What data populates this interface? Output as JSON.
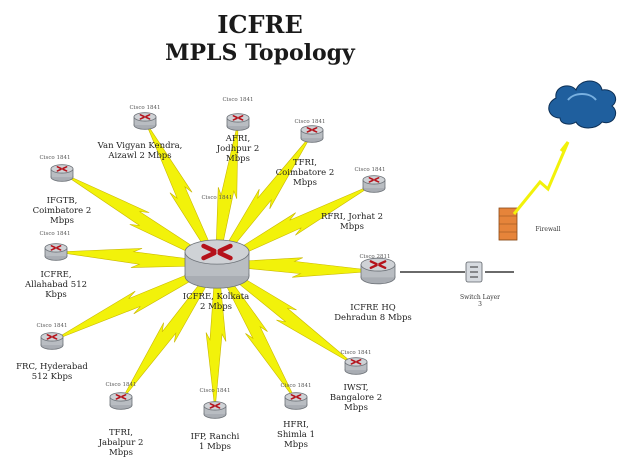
{
  "title": {
    "line1": "ICFRE",
    "line2": "MPLS Topology"
  },
  "cloud": {
    "label": ""
  },
  "firewall": {
    "label": "Firewall"
  },
  "switch": {
    "label": "Switch Layer 3"
  },
  "hub": {
    "label": "ICFRE HQ Dehradun 8 Mbps",
    "tag": "Cisco 2811"
  },
  "sites": [
    {
      "label": "ICFRE, Kolkata 2 Mbps",
      "tag": "Cisco 1841"
    },
    {
      "label": "AFRI, Jodhpur 2 Mbps",
      "tag": "Cisco 1841"
    },
    {
      "label": "TFRI, Coimbatore 2 Mbps",
      "tag": "Cisco 1841"
    },
    {
      "label": "RFRI, Jorhat 2 Mbps",
      "tag": "Cisco 1841"
    },
    {
      "label": "IWST, Bangalore 2 Mbps",
      "tag": "Cisco 1841"
    },
    {
      "label": "IFGTB, Coimbatore 2 Mbps",
      "tag": "Cisco 1841"
    },
    {
      "label": "HFRI, Shimla 1 Mbps",
      "tag": "Cisco 1841"
    },
    {
      "label": "IFP, Ranchi 1 Mbps",
      "tag": "Cisco 1841"
    },
    {
      "label": "TFRI, Jabalpur 2 Mbps",
      "tag": "Cisco 1841"
    },
    {
      "label": "ICFRE, Allahabad 512 Kbps",
      "tag": "Cisco 1841"
    },
    {
      "label": "FRC, Hyderabad 512 Kbps",
      "tag": "Cisco 1841"
    },
    {
      "label": "Van Vigyan Kendra, Aizawl 2 Mbps",
      "tag": "Cisco 1841"
    }
  ],
  "colors": {
    "bolt": "#f2f20a",
    "boltStroke": "#c9b800",
    "router": "#cfd2d6",
    "arrow": "#b5121b"
  }
}
